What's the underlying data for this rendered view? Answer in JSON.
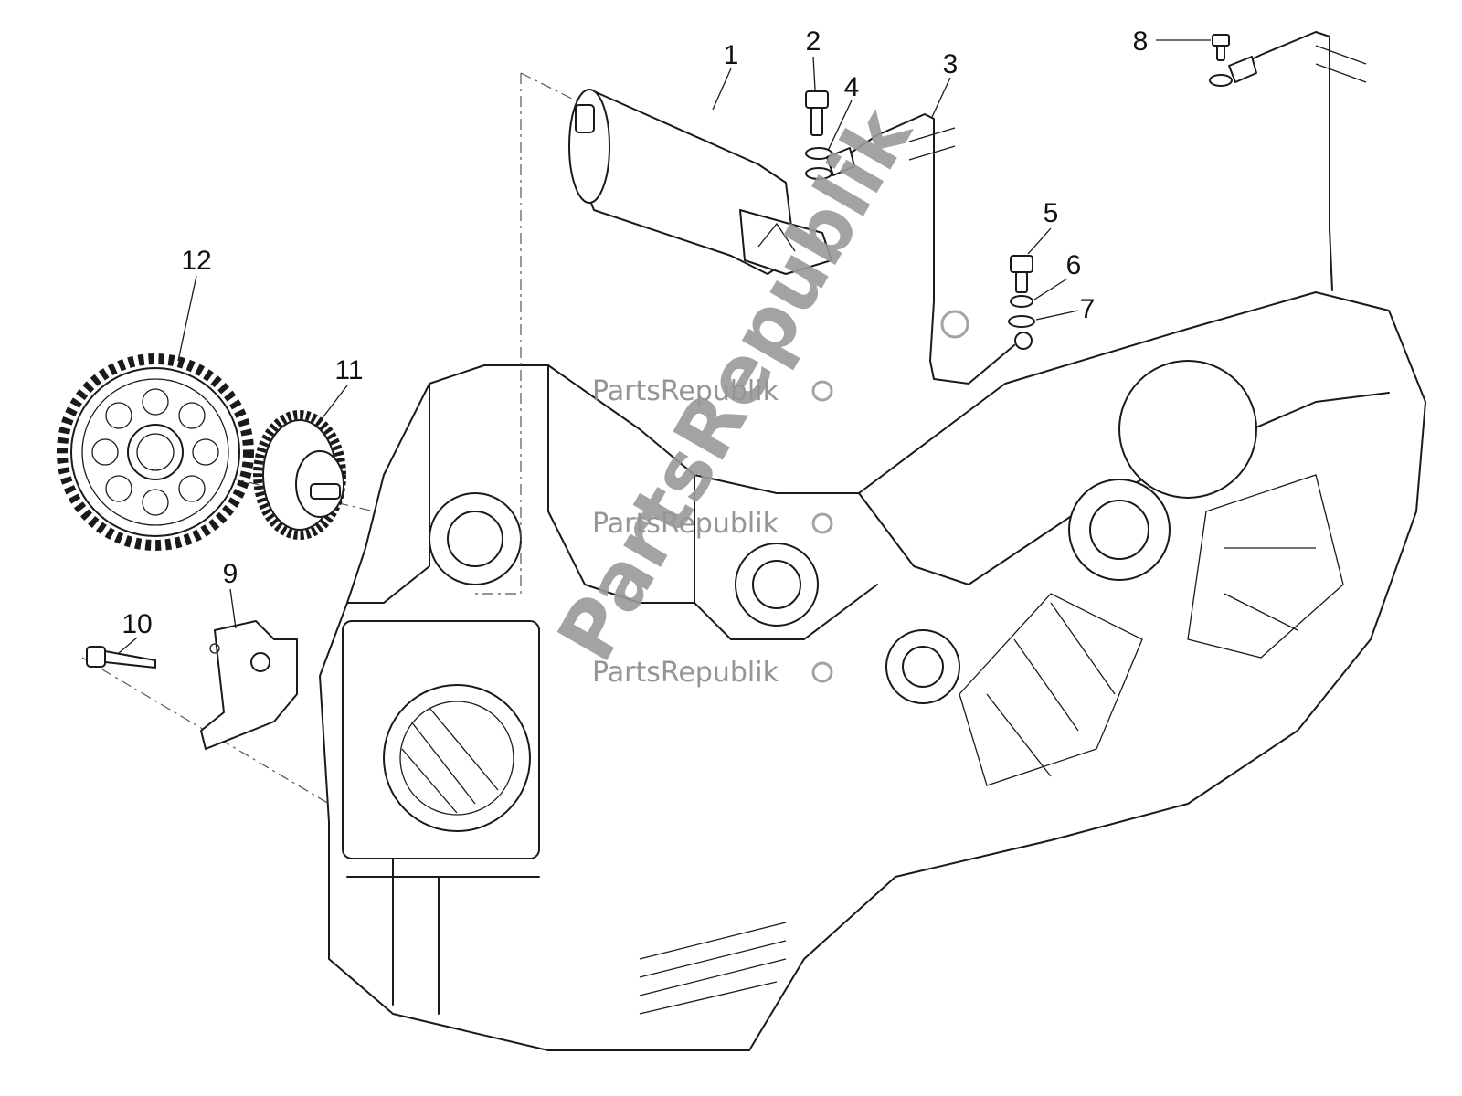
{
  "callouts": [
    {
      "label": "1"
    },
    {
      "label": "2"
    },
    {
      "label": "3"
    },
    {
      "label": "4"
    },
    {
      "label": "5"
    },
    {
      "label": "6"
    },
    {
      "label": "7"
    },
    {
      "label": "8"
    },
    {
      "label": "9"
    },
    {
      "label": "10"
    },
    {
      "label": "11"
    },
    {
      "label": "12"
    }
  ],
  "watermark": {
    "brand": "PartsRepublik",
    "brand_large": "PartsRepublik",
    "gear_icon": "gear-icon"
  },
  "colors": {
    "line": "#1a1a1a",
    "watermark": "#9a9a9a"
  }
}
